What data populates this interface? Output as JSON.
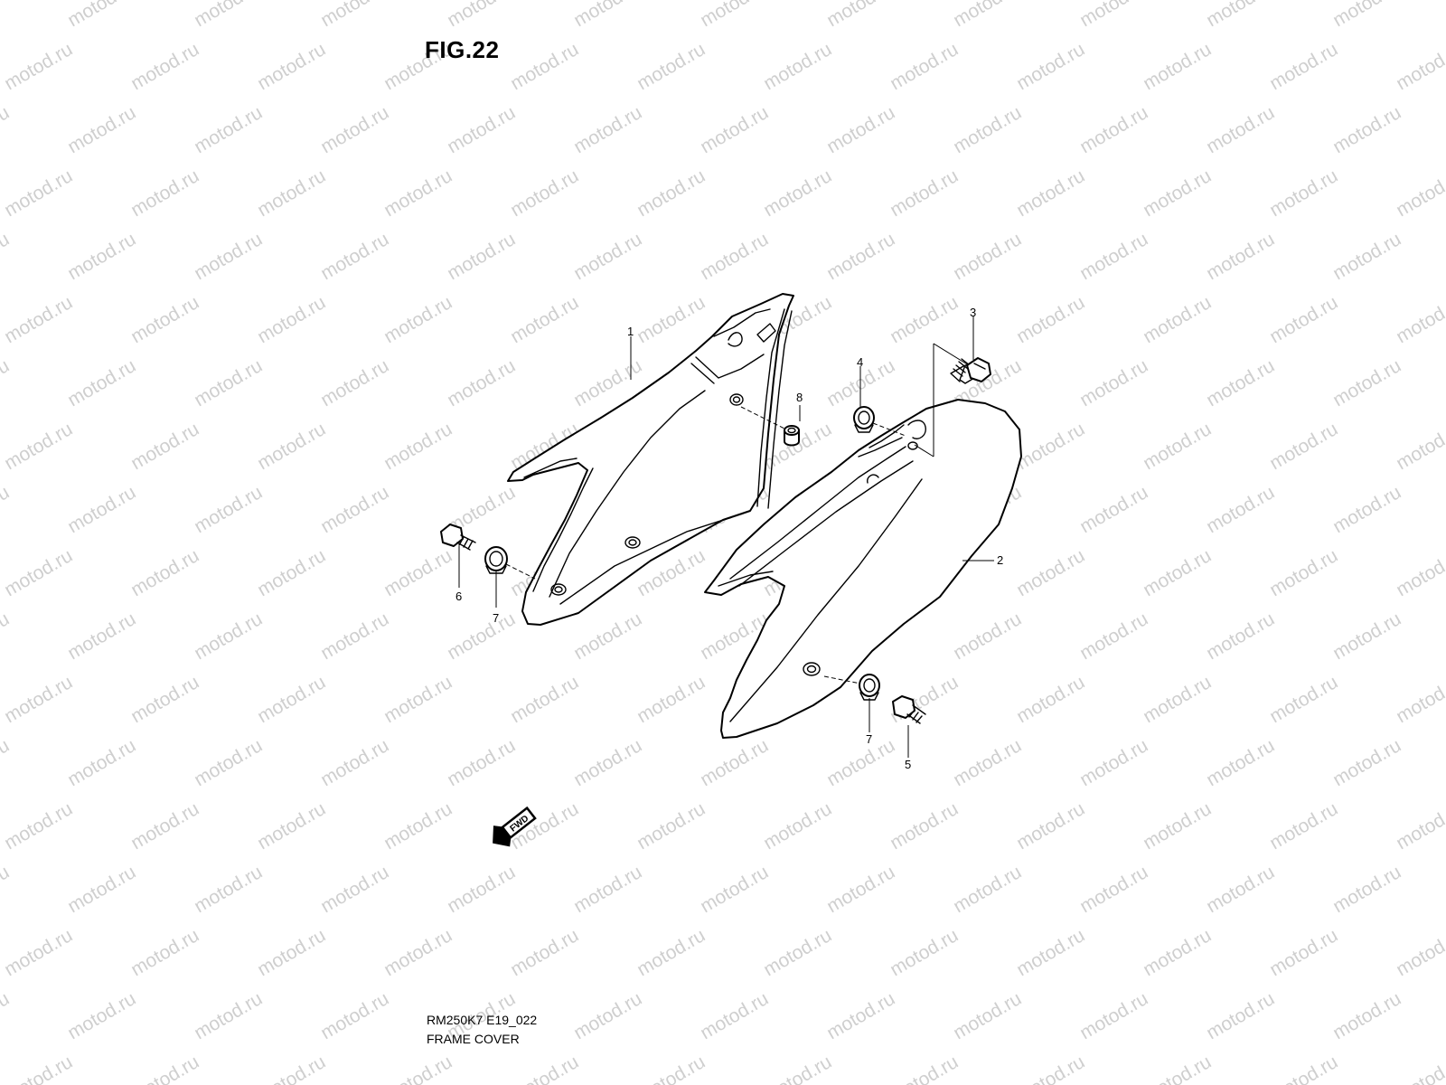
{
  "figure": {
    "title": "FIG.22",
    "code": "RM250K7 E19_022",
    "name": "FRAME COVER"
  },
  "watermark": "motod.ru",
  "fwd_label": "FWD",
  "callouts": [
    "1",
    "2",
    "3",
    "4",
    "5",
    "6",
    "7",
    "7",
    "8"
  ],
  "colors": {
    "line": "#000000",
    "watermark": "#cfcfcf",
    "background": "#ffffff"
  }
}
